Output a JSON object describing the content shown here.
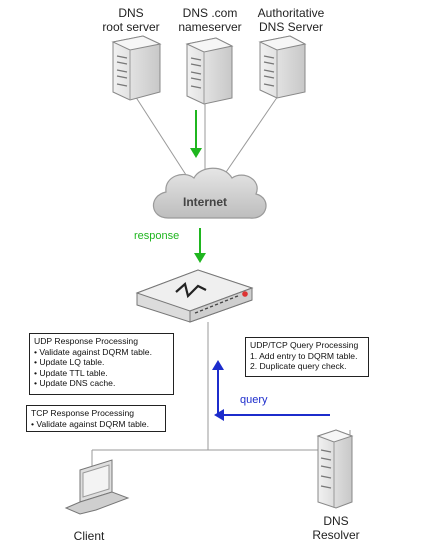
{
  "servers": {
    "root": {
      "line1": "DNS",
      "line2": "root server"
    },
    "com": {
      "line1": "DNS .com",
      "line2": "nameserver"
    },
    "auth": {
      "line1": "Authoritative",
      "line2": "DNS Server"
    }
  },
  "internet_label": "Internet",
  "response_label": "response",
  "query_label": "query",
  "udp_response": {
    "title": "UDP Response Processing",
    "items": [
      "• Validate against DQRM table.",
      "• Update LQ table.",
      "• Update TTL table.",
      "• Update DNS cache."
    ]
  },
  "tcp_response": {
    "title": "TCP Response Processing",
    "items": [
      "• Validate against DQRM table."
    ]
  },
  "query_processing": {
    "title": "UDP/TCP Query Processing",
    "items": [
      "1. Add entry to DQRM table.",
      "2. Duplicate query check."
    ]
  },
  "client_label": "Client",
  "resolver": {
    "line1": "DNS",
    "line2": "Resolver"
  },
  "colors": {
    "response_arrow": "#1fb61f",
    "query_arrow": "#1c2ccc"
  }
}
